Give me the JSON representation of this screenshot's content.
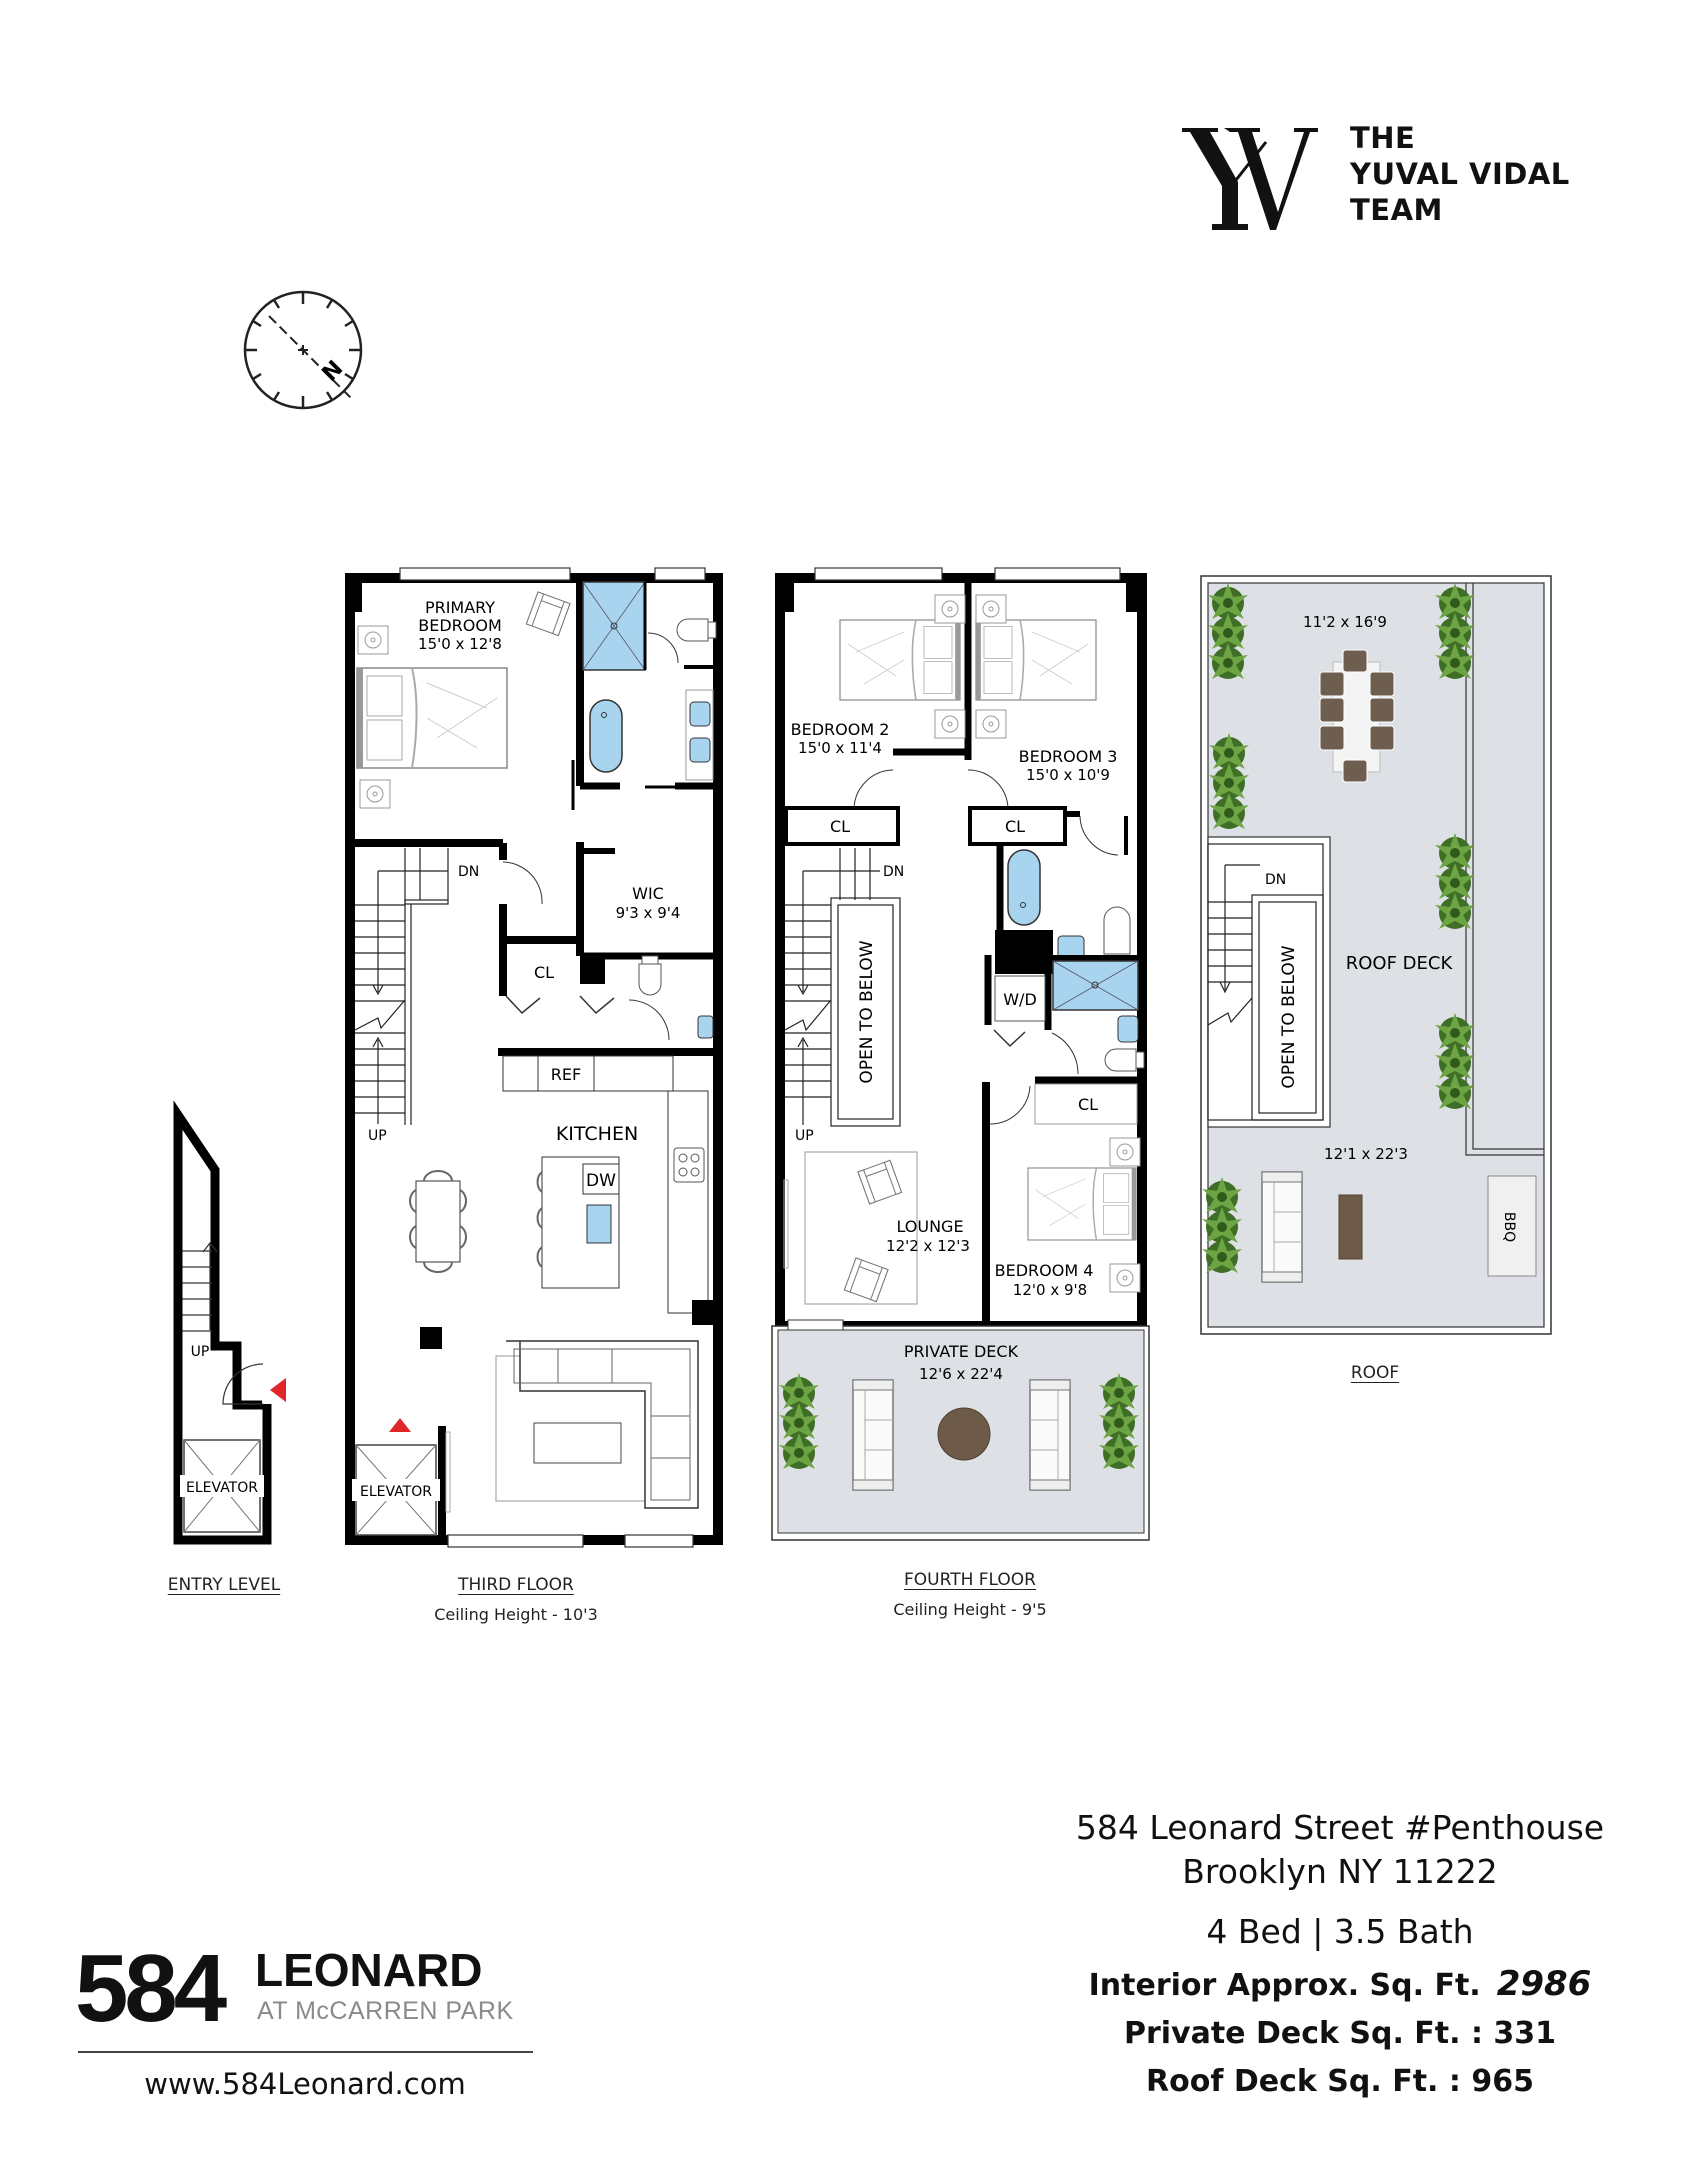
{
  "brand": {
    "monogram": "YV",
    "lines": [
      "THE",
      "YUVAL VIDAL",
      "TEAM"
    ]
  },
  "compass": {
    "label": "N",
    "icon": "north-arrow-compass"
  },
  "floors": {
    "entry": {
      "title": "ENTRY LEVEL",
      "elevator": "ELEVATOR",
      "up": "UP"
    },
    "third": {
      "title": "THIRD FLOOR",
      "ceiling": "Ceiling Height - 10'3",
      "rooms": {
        "primary_name_1": "PRIMARY",
        "primary_name_2": "BEDROOM",
        "primary_dim": "15'0 x 12'8",
        "wic_name": "WIC",
        "wic_dim": "9'3 x 9'4",
        "closet": "CL",
        "ref": "REF",
        "kitchen": "KITCHEN",
        "dw": "DW",
        "elevator": "ELEVATOR",
        "dn": "DN",
        "up": "UP"
      }
    },
    "fourth": {
      "title": "FOURTH FLOOR",
      "ceiling": "Ceiling Height - 9'5",
      "rooms": {
        "bed2_name": "BEDROOM 2",
        "bed2_dim": "15'0 x 11'4",
        "bed3_name": "BEDROOM 3",
        "bed3_dim": "15'0 x 10'9",
        "closet": "CL",
        "open_below": "OPEN TO BELOW",
        "wd": "W/D",
        "lounge_name": "LOUNGE",
        "lounge_dim": "12'2 x 12'3",
        "bed4_name": "BEDROOM 4",
        "bed4_dim": "12'0 x 9'8",
        "deck_name": "PRIVATE DECK",
        "deck_dim": "12'6 x 22'4",
        "dn": "DN",
        "up": "UP"
      }
    },
    "roof": {
      "title": "ROOF",
      "rooms": {
        "upper_dim": "11'2 x 16'9",
        "deck_name": "ROOF DECK",
        "lower_dim": "12'1 x 22'3",
        "open_below": "OPEN TO BELOW",
        "bbq": "BBQ",
        "dn": "DN"
      }
    }
  },
  "listing": {
    "address_line1": "584 Leonard Street #Penthouse",
    "address_line2": "Brooklyn NY 11222",
    "beds_baths": "4 Bed | 3.5 Bath",
    "interior_label": "Interior Approx. Sq. Ft.",
    "interior_value": "2986",
    "private_deck": "Private Deck Sq. Ft. : 331",
    "roof_deck": "Roof Deck Sq. Ft. : 965"
  },
  "building_logo": {
    "number": "584",
    "name": "LEONARD",
    "subtitle": "AT McCARREN PARK",
    "url": "www.584Leonard.com"
  },
  "colors": {
    "wall": "#000000",
    "fixture_blue": "#a9d4f0",
    "deck_gray": "#dde1e5",
    "entry_arrow_red": "#e0252b",
    "plant_green": "#4a7a2c",
    "wood_brown": "#6e5a48"
  }
}
